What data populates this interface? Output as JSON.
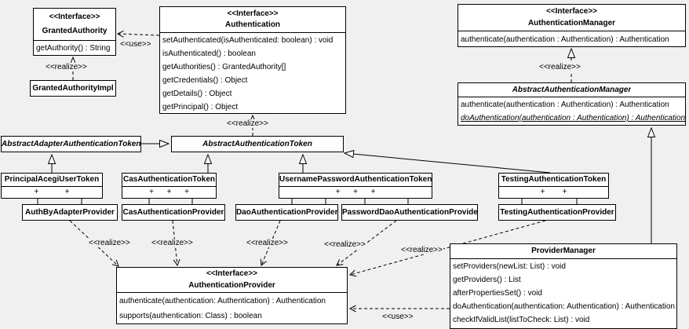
{
  "diagram": {
    "background_color": "#f0f0f0",
    "box_fill_color": "#ffffff",
    "line_color": "#000000"
  },
  "labels": {
    "use": "<<use>>",
    "realize": "<<realize>>"
  },
  "classes": {
    "granted_authority": {
      "stereotype": "<<Interface>>",
      "name": "GrantedAuthority",
      "methods": [
        "getAuthority() : String"
      ]
    },
    "authentication": {
      "stereotype": "<<Interface>>",
      "name": "Authentication",
      "methods": [
        "setAuthenticated(isAuthenticated: boolean) : void",
        "isAuthenticated() : boolean",
        "getAuthorities() : GrantedAuthority[]",
        "getCredentials() : Object",
        "getDetails() : Object",
        "getPrincipal() : Object"
      ]
    },
    "authentication_manager": {
      "stereotype": "<<Interface>>",
      "name": "AuthenticationManager",
      "methods": [
        "authenticate(authentication : Authentication) : Authentication"
      ]
    },
    "granted_authority_impl": {
      "name": "GrantedAuthorityImpl"
    },
    "abstract_authentication_manager": {
      "name": "AbstractAuthenticationManager",
      "methods": [
        "authenticate(authentication : Authentication) : Authentication",
        "doAuthentication(authentication : Authentication) : Authentication"
      ]
    },
    "abstract_adapter_authentication_token": {
      "name": "AbstractAdapterAuthenticationToken"
    },
    "abstract_authentication_token": {
      "name": "AbstractAuthenticationToken"
    },
    "principal_acegi_user_token": {
      "name": "PrincipalAcegiUserToken",
      "attrs": "+            +"
    },
    "cas_authentication_token": {
      "name": "CasAuthenticationToken",
      "attrs": "+      +      +"
    },
    "username_password_authentication_token": {
      "name": "UsernamePasswordAuthenticationToken",
      "attrs": "+      +      +"
    },
    "testing_authentication_token": {
      "name": "TestingAuthenticationToken",
      "attrs": "+        +"
    },
    "auth_by_adapter_provider": {
      "name": "AuthByAdapterProvider"
    },
    "cas_authentication_provider": {
      "name": "CasAuthenticationProvider"
    },
    "dao_authentication_provider": {
      "name": "DaoAuthenticationProvider"
    },
    "password_dao_authentication_provider": {
      "name": "PasswordDaoAuthenticationProvider"
    },
    "testing_authentication_provider": {
      "name": "TestingAuthenticationProvider"
    },
    "provider_manager": {
      "name": "ProviderManager",
      "methods": [
        "setProviders(newList: List) : void",
        "getProviders() : List",
        "afterPropertiesSet() : void",
        "doAuthentication(authentication: Authentication) : Authentication",
        "checkIfValidList(listToCheck: List) : void"
      ]
    },
    "authentication_provider": {
      "stereotype": "<<Interface>>",
      "name": "AuthenticationProvider",
      "methods": [
        "authenticate(authentication: Authentication) : Authentication",
        "supports(authentication: Class) : boolean"
      ]
    }
  }
}
